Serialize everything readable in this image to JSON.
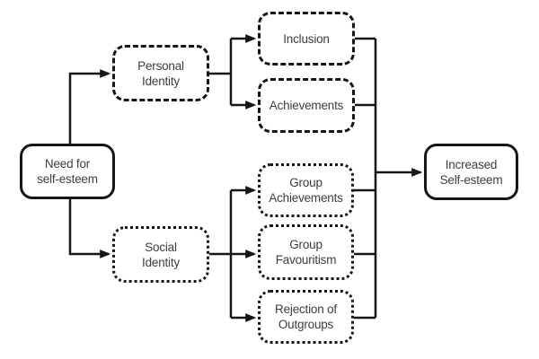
{
  "diagram": {
    "description": "Flowchart of self-esteem needs through personal and social identity leading to increased self-esteem",
    "colors": {
      "background": "#ffffff",
      "stroke": "#161616",
      "text": "#3d3d3d"
    },
    "nodes": {
      "need": {
        "id": "need-for-self-esteem",
        "lines": [
          "Need for",
          "self-esteem"
        ],
        "border": "solid"
      },
      "personal": {
        "id": "personal-identity",
        "lines": [
          "Personal",
          "Identity"
        ],
        "border": "dashed"
      },
      "social": {
        "id": "social-identity",
        "lines": [
          "Social",
          "Identity"
        ],
        "border": "dotted"
      },
      "inclusion": {
        "id": "inclusion",
        "lines": [
          "Inclusion"
        ],
        "border": "dashed"
      },
      "achievements": {
        "id": "achievements",
        "lines": [
          "Achievements"
        ],
        "border": "dashed"
      },
      "groupAchievements": {
        "id": "group-achievements",
        "lines": [
          "Group",
          "Achievements"
        ],
        "border": "dotted"
      },
      "groupFavouritism": {
        "id": "group-favouritism",
        "lines": [
          "Group",
          "Favouritism"
        ],
        "border": "dotted"
      },
      "rejection": {
        "id": "rejection-of-outgroups",
        "lines": [
          "Rejection of",
          "Outgroups"
        ],
        "border": "dotted"
      },
      "increased": {
        "id": "increased-self-esteem",
        "lines": [
          "Increased",
          "Self-esteem"
        ],
        "border": "solid"
      }
    },
    "edges": [
      {
        "from": "need-for-self-esteem",
        "to": "personal-identity"
      },
      {
        "from": "need-for-self-esteem",
        "to": "social-identity"
      },
      {
        "from": "personal-identity",
        "to": "inclusion"
      },
      {
        "from": "personal-identity",
        "to": "achievements"
      },
      {
        "from": "social-identity",
        "to": "group-achievements"
      },
      {
        "from": "social-identity",
        "to": "group-favouritism"
      },
      {
        "from": "social-identity",
        "to": "rejection-of-outgroups"
      },
      {
        "from": "inclusion",
        "to": "increased-self-esteem"
      },
      {
        "from": "achievements",
        "to": "increased-self-esteem"
      },
      {
        "from": "group-achievements",
        "to": "increased-self-esteem"
      },
      {
        "from": "group-favouritism",
        "to": "increased-self-esteem"
      },
      {
        "from": "rejection-of-outgroups",
        "to": "increased-self-esteem"
      }
    ]
  }
}
